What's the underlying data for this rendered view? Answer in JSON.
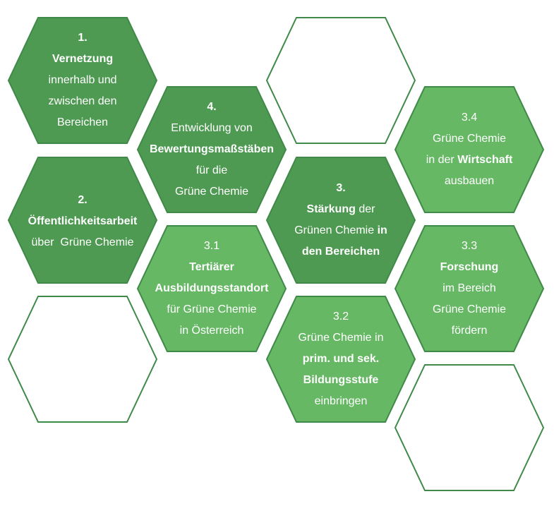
{
  "colors": {
    "dark_green": "#4e9a52",
    "light_green": "#66b865",
    "empty_fill": "#ffffff",
    "border_green": "#3f8a48",
    "text": "#ffffff"
  },
  "hexagons": [
    {
      "id": "hex-1",
      "style": "dark",
      "lines": [
        [
          {
            "t": "1.",
            "b": true
          }
        ],
        [
          {
            "t": "Vernetzung",
            "b": true
          }
        ],
        [
          {
            "t": "innerhalb und",
            "b": false
          }
        ],
        [
          {
            "t": "zwischen den",
            "b": false
          }
        ],
        [
          {
            "t": "Bereichen",
            "b": false
          }
        ]
      ]
    },
    {
      "id": "hex-empty-top",
      "style": "empty",
      "lines": []
    },
    {
      "id": "hex-4",
      "style": "dark",
      "lines": [
        [
          {
            "t": "4.",
            "b": true
          }
        ],
        [
          {
            "t": "Entwicklung von",
            "b": false
          }
        ],
        [
          {
            "t": "Bewertungsmaßstäben",
            "b": true
          }
        ],
        [
          {
            "t": "für die",
            "b": false
          }
        ],
        [
          {
            "t": "Grüne Chemie",
            "b": false
          }
        ]
      ]
    },
    {
      "id": "hex-3-4",
      "style": "light",
      "lines": [
        [
          {
            "t": "3.4",
            "b": false
          }
        ],
        [
          {
            "t": "Grüne Chemie",
            "b": false
          }
        ],
        [
          {
            "t": "in der ",
            "b": false
          },
          {
            "t": "Wirtschaft",
            "b": true
          }
        ],
        [
          {
            "t": "ausbauen",
            "b": false
          }
        ]
      ]
    },
    {
      "id": "hex-2",
      "style": "dark",
      "lines": [
        [
          {
            "t": "2.",
            "b": true
          }
        ],
        [
          {
            "t": "Öffentlichkeitsarbeit",
            "b": true
          }
        ],
        [
          {
            "t": "über  Grüne Chemie",
            "b": false
          }
        ]
      ]
    },
    {
      "id": "hex-3",
      "style": "dark",
      "lines": [
        [
          {
            "t": "3.",
            "b": true
          }
        ],
        [
          {
            "t": "Stärkung",
            "b": true
          },
          {
            "t": " der",
            "b": false
          }
        ],
        [
          {
            "t": "Grünen Chemie ",
            "b": false
          },
          {
            "t": "in",
            "b": true
          }
        ],
        [
          {
            "t": "den Bereichen",
            "b": true
          }
        ]
      ]
    },
    {
      "id": "hex-3-1",
      "style": "light",
      "lines": [
        [
          {
            "t": "3.1",
            "b": false
          }
        ],
        [
          {
            "t": "Tertiärer",
            "b": true
          }
        ],
        [
          {
            "t": "Ausbildungsstandort",
            "b": true
          }
        ],
        [
          {
            "t": "für Grüne Chemie",
            "b": false
          }
        ],
        [
          {
            "t": "in Österreich",
            "b": false
          }
        ]
      ]
    },
    {
      "id": "hex-3-3",
      "style": "light",
      "lines": [
        [
          {
            "t": "3.3",
            "b": false
          }
        ],
        [
          {
            "t": "Forschung",
            "b": true
          }
        ],
        [
          {
            "t": "im Bereich",
            "b": false
          }
        ],
        [
          {
            "t": "Grüne Chemie",
            "b": false
          }
        ],
        [
          {
            "t": "fördern",
            "b": false
          }
        ]
      ]
    },
    {
      "id": "hex-empty-left",
      "style": "empty",
      "lines": []
    },
    {
      "id": "hex-3-2",
      "style": "light",
      "lines": [
        [
          {
            "t": "3.2",
            "b": false
          }
        ],
        [
          {
            "t": "Grüne Chemie in",
            "b": false
          }
        ],
        [
          {
            "t": "prim. und sek.",
            "b": true
          }
        ],
        [
          {
            "t": "Bildungsstufe",
            "b": true
          }
        ],
        [
          {
            "t": "einbringen",
            "b": false
          }
        ]
      ]
    },
    {
      "id": "hex-empty-bottom",
      "style": "empty",
      "lines": []
    }
  ]
}
